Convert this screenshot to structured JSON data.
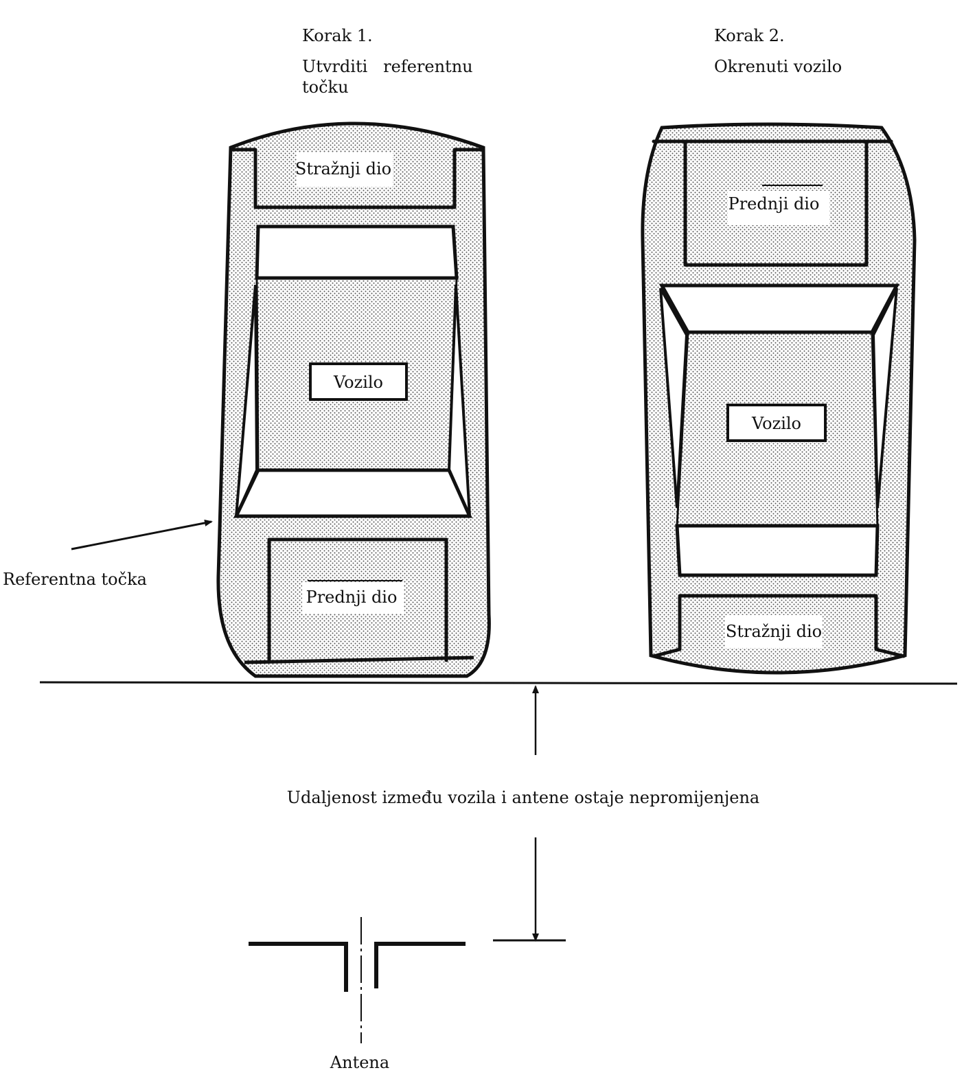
{
  "step1": {
    "title": "Korak 1.",
    "description_line1": "Utvrditi   referentnu",
    "description_line2": "točku"
  },
  "step2": {
    "title": "Korak 2.",
    "description": "Okrenuti vozilo"
  },
  "car_left": {
    "rear_label": "Stražnji dio",
    "body_label": "Vozilo",
    "front_label": "Prednji dio"
  },
  "car_right": {
    "front_label": "Prednji dio",
    "body_label": "Vozilo",
    "rear_label": "Stražnji dio"
  },
  "reference_point_label": "Referentna točka",
  "distance_note": "Udaljenost između vozila i antene ostaje nepromijenjena",
  "antenna_label": "Antena",
  "colors": {
    "ink": "#111111",
    "paper": "#ffffff",
    "stipple": "#555555"
  }
}
